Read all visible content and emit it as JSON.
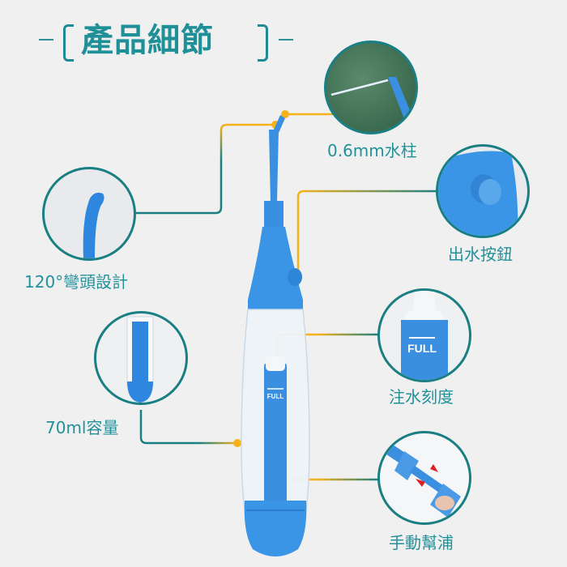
{
  "title": "產品細節",
  "colors": {
    "teal": "#1f8f98",
    "orange": "#f5b21a",
    "blue": "#3a8fe0",
    "background": "#f0f0f0"
  },
  "features": [
    {
      "id": "nozzle-bend",
      "label": "120°彎頭設計",
      "icon": "bent-nozzle-closeup"
    },
    {
      "id": "water-jet",
      "label": "0.6mm水柱",
      "icon": "water-jet-closeup"
    },
    {
      "id": "release-button",
      "label": "出水按鈕",
      "icon": "button-closeup"
    },
    {
      "id": "capacity",
      "label": "70ml容量",
      "icon": "reservoir-closeup"
    },
    {
      "id": "fill-mark",
      "label": "注水刻度",
      "icon": "full-mark-closeup"
    },
    {
      "id": "manual-pump",
      "label": "手動幫浦",
      "icon": "pump-closeup"
    }
  ],
  "product": {
    "fill_mark_text": "FULL"
  }
}
